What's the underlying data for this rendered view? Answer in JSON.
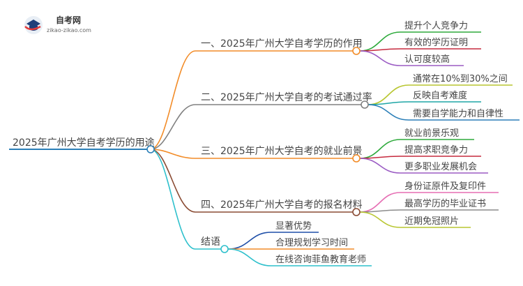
{
  "logo": {
    "name": "自考网",
    "url": "zikao-zikao.com"
  },
  "root": {
    "label": "2025年广州大学自考学历的用途",
    "color": "#2b7fb8"
  },
  "branches": [
    {
      "label": "一、2025年广州大学自考学历的作用",
      "color": "#f28c28",
      "children": [
        {
          "label": "提升个人竞争力",
          "color": "#2eaa3c"
        },
        {
          "label": "有效的学历证明",
          "color": "#c62a3e"
        },
        {
          "label": "认可度较高",
          "color": "#9b5cc4"
        }
      ]
    },
    {
      "label": "二、2025年广州大学自考的考试通过率",
      "color": "#808080",
      "children": [
        {
          "label": "通常在10%到30%之间",
          "color": "#b8c630"
        },
        {
          "label": "反映自考难度",
          "color": "#1fa6a6"
        },
        {
          "label": "需要自学能力和自律性",
          "color": "#2b7fb8"
        }
      ]
    },
    {
      "label": "三、2025年广州大学自考的就业前景",
      "color": "#f28c28",
      "children": [
        {
          "label": "就业前景乐观",
          "color": "#2eaa3c"
        },
        {
          "label": "提高求职竞争力",
          "color": "#c62a3e"
        },
        {
          "label": "更多职业发展机会",
          "color": "#9b5cc4"
        }
      ]
    },
    {
      "label": "四、2025年广州大学自考的报名材料",
      "color": "#8a4b33",
      "children": [
        {
          "label": "身份证原件及复印件",
          "color": "#e66fb4"
        },
        {
          "label": "最高学历的毕业证书",
          "color": "#8c8c8c"
        },
        {
          "label": "近期免冠照片",
          "color": "#b8c630"
        }
      ]
    },
    {
      "label": "结语",
      "color": "#2ec0cc",
      "children": [
        {
          "label": "显著优势",
          "color": "#1f4fa8"
        },
        {
          "label": "合理规划学习时间",
          "color": "#f28c28"
        },
        {
          "label": "在线咨询菲鱼教育老师",
          "color": "#2ec0cc"
        }
      ]
    }
  ]
}
